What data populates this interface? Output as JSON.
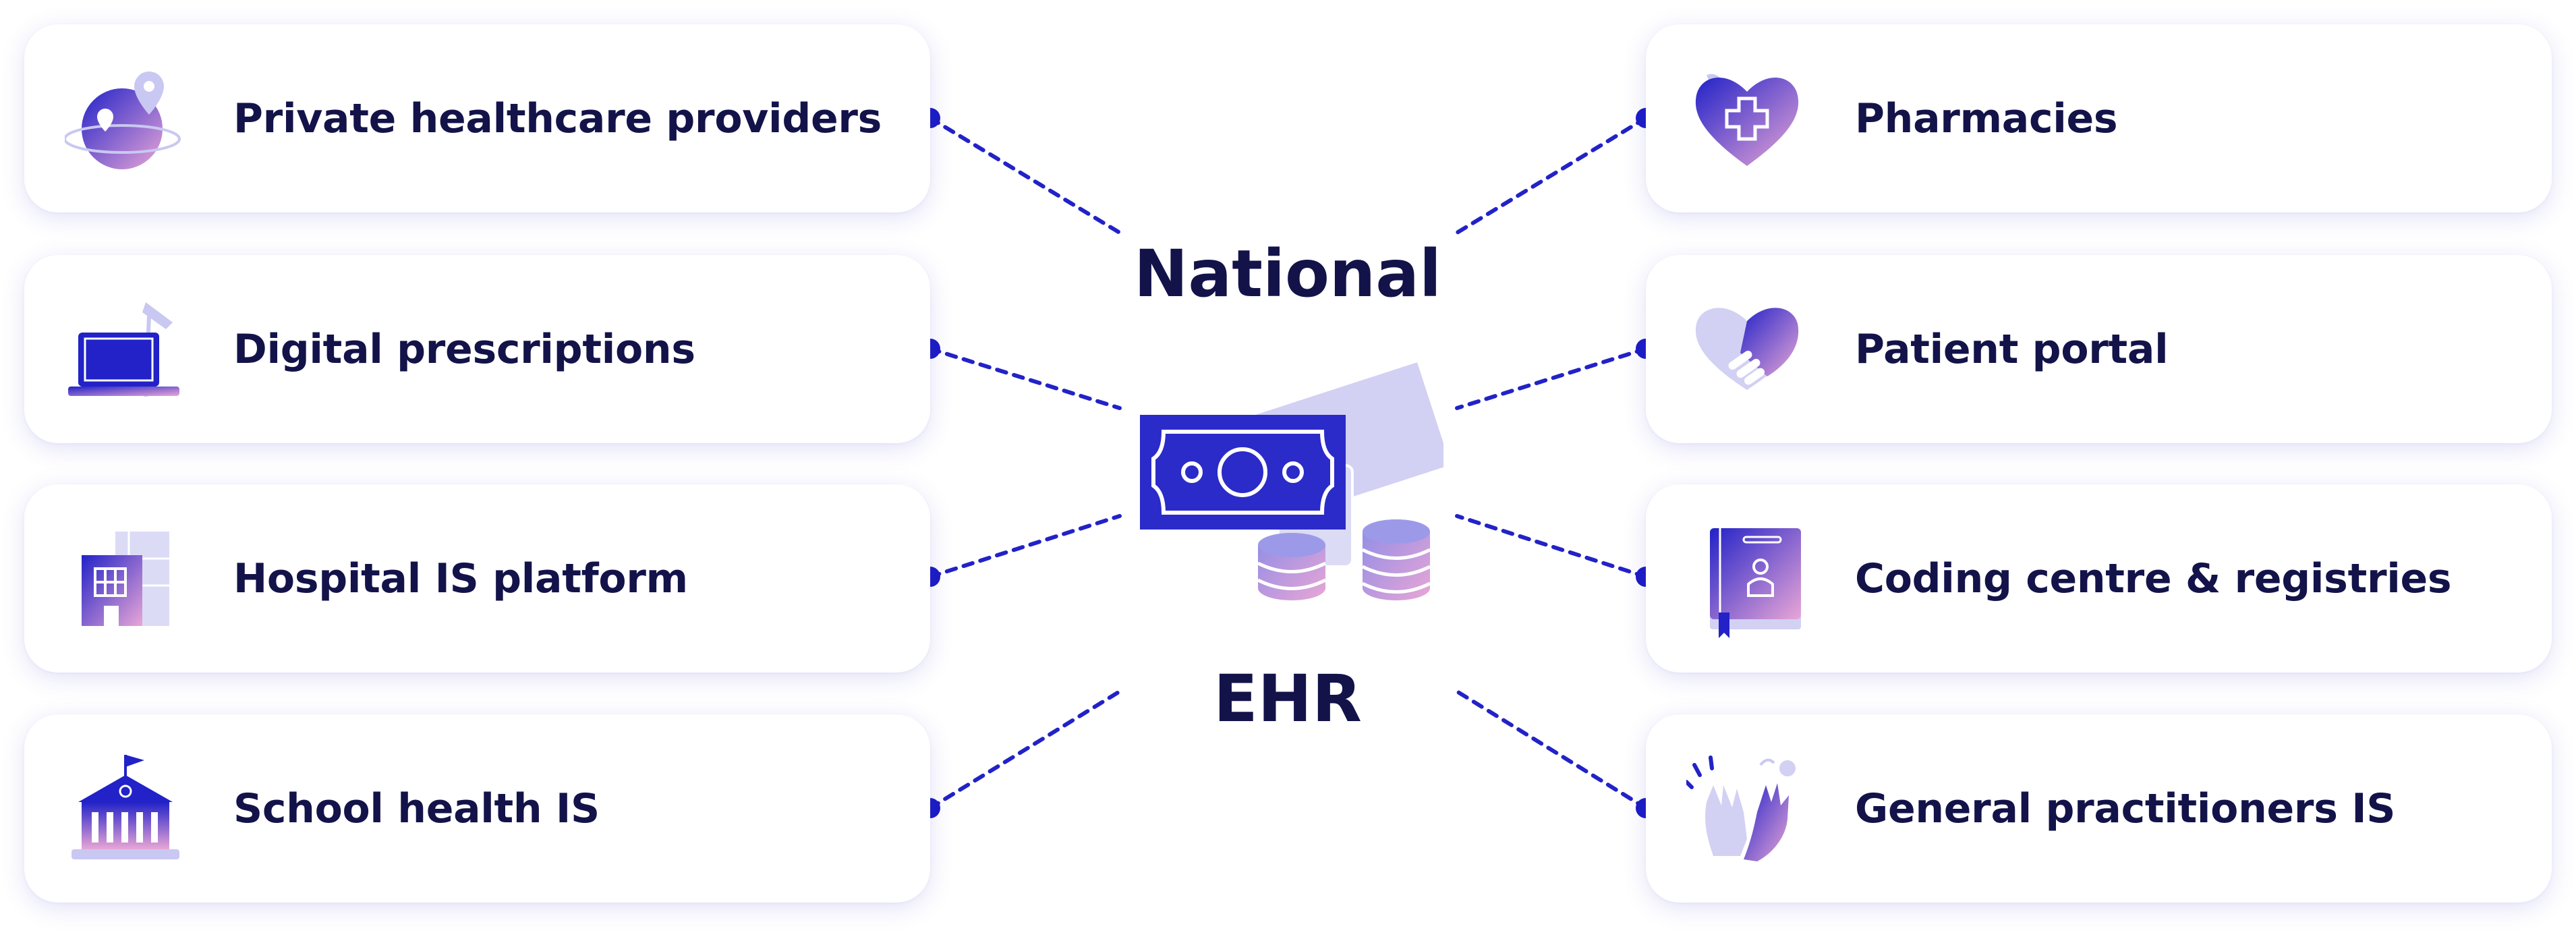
{
  "title": {
    "line1": "National",
    "line2": "EHR"
  },
  "left_nodes": [
    {
      "label": "Private healthcare providers",
      "icon": "globe-location-icon"
    },
    {
      "label": "Digital prescriptions",
      "icon": "laptop-lamp-icon"
    },
    {
      "label": "Hospital IS platform",
      "icon": "hospital-building-icon"
    },
    {
      "label": "School health IS",
      "icon": "school-building-icon"
    }
  ],
  "right_nodes": [
    {
      "label": "Pharmacies",
      "icon": "heart-cross-icon"
    },
    {
      "label": "Patient portal",
      "icon": "heart-handshake-icon"
    },
    {
      "label": "Coding centre & registries",
      "icon": "registry-book-icon"
    },
    {
      "label": "General practitioners IS",
      "icon": "waving-hands-icon"
    }
  ],
  "center_icon": "money-coins-icon",
  "colors": {
    "primary": "#2222c8",
    "dot": "#1a1ac4",
    "text": "#13134a",
    "light": "#c9c8f2",
    "pink": "#e8a6d6"
  }
}
